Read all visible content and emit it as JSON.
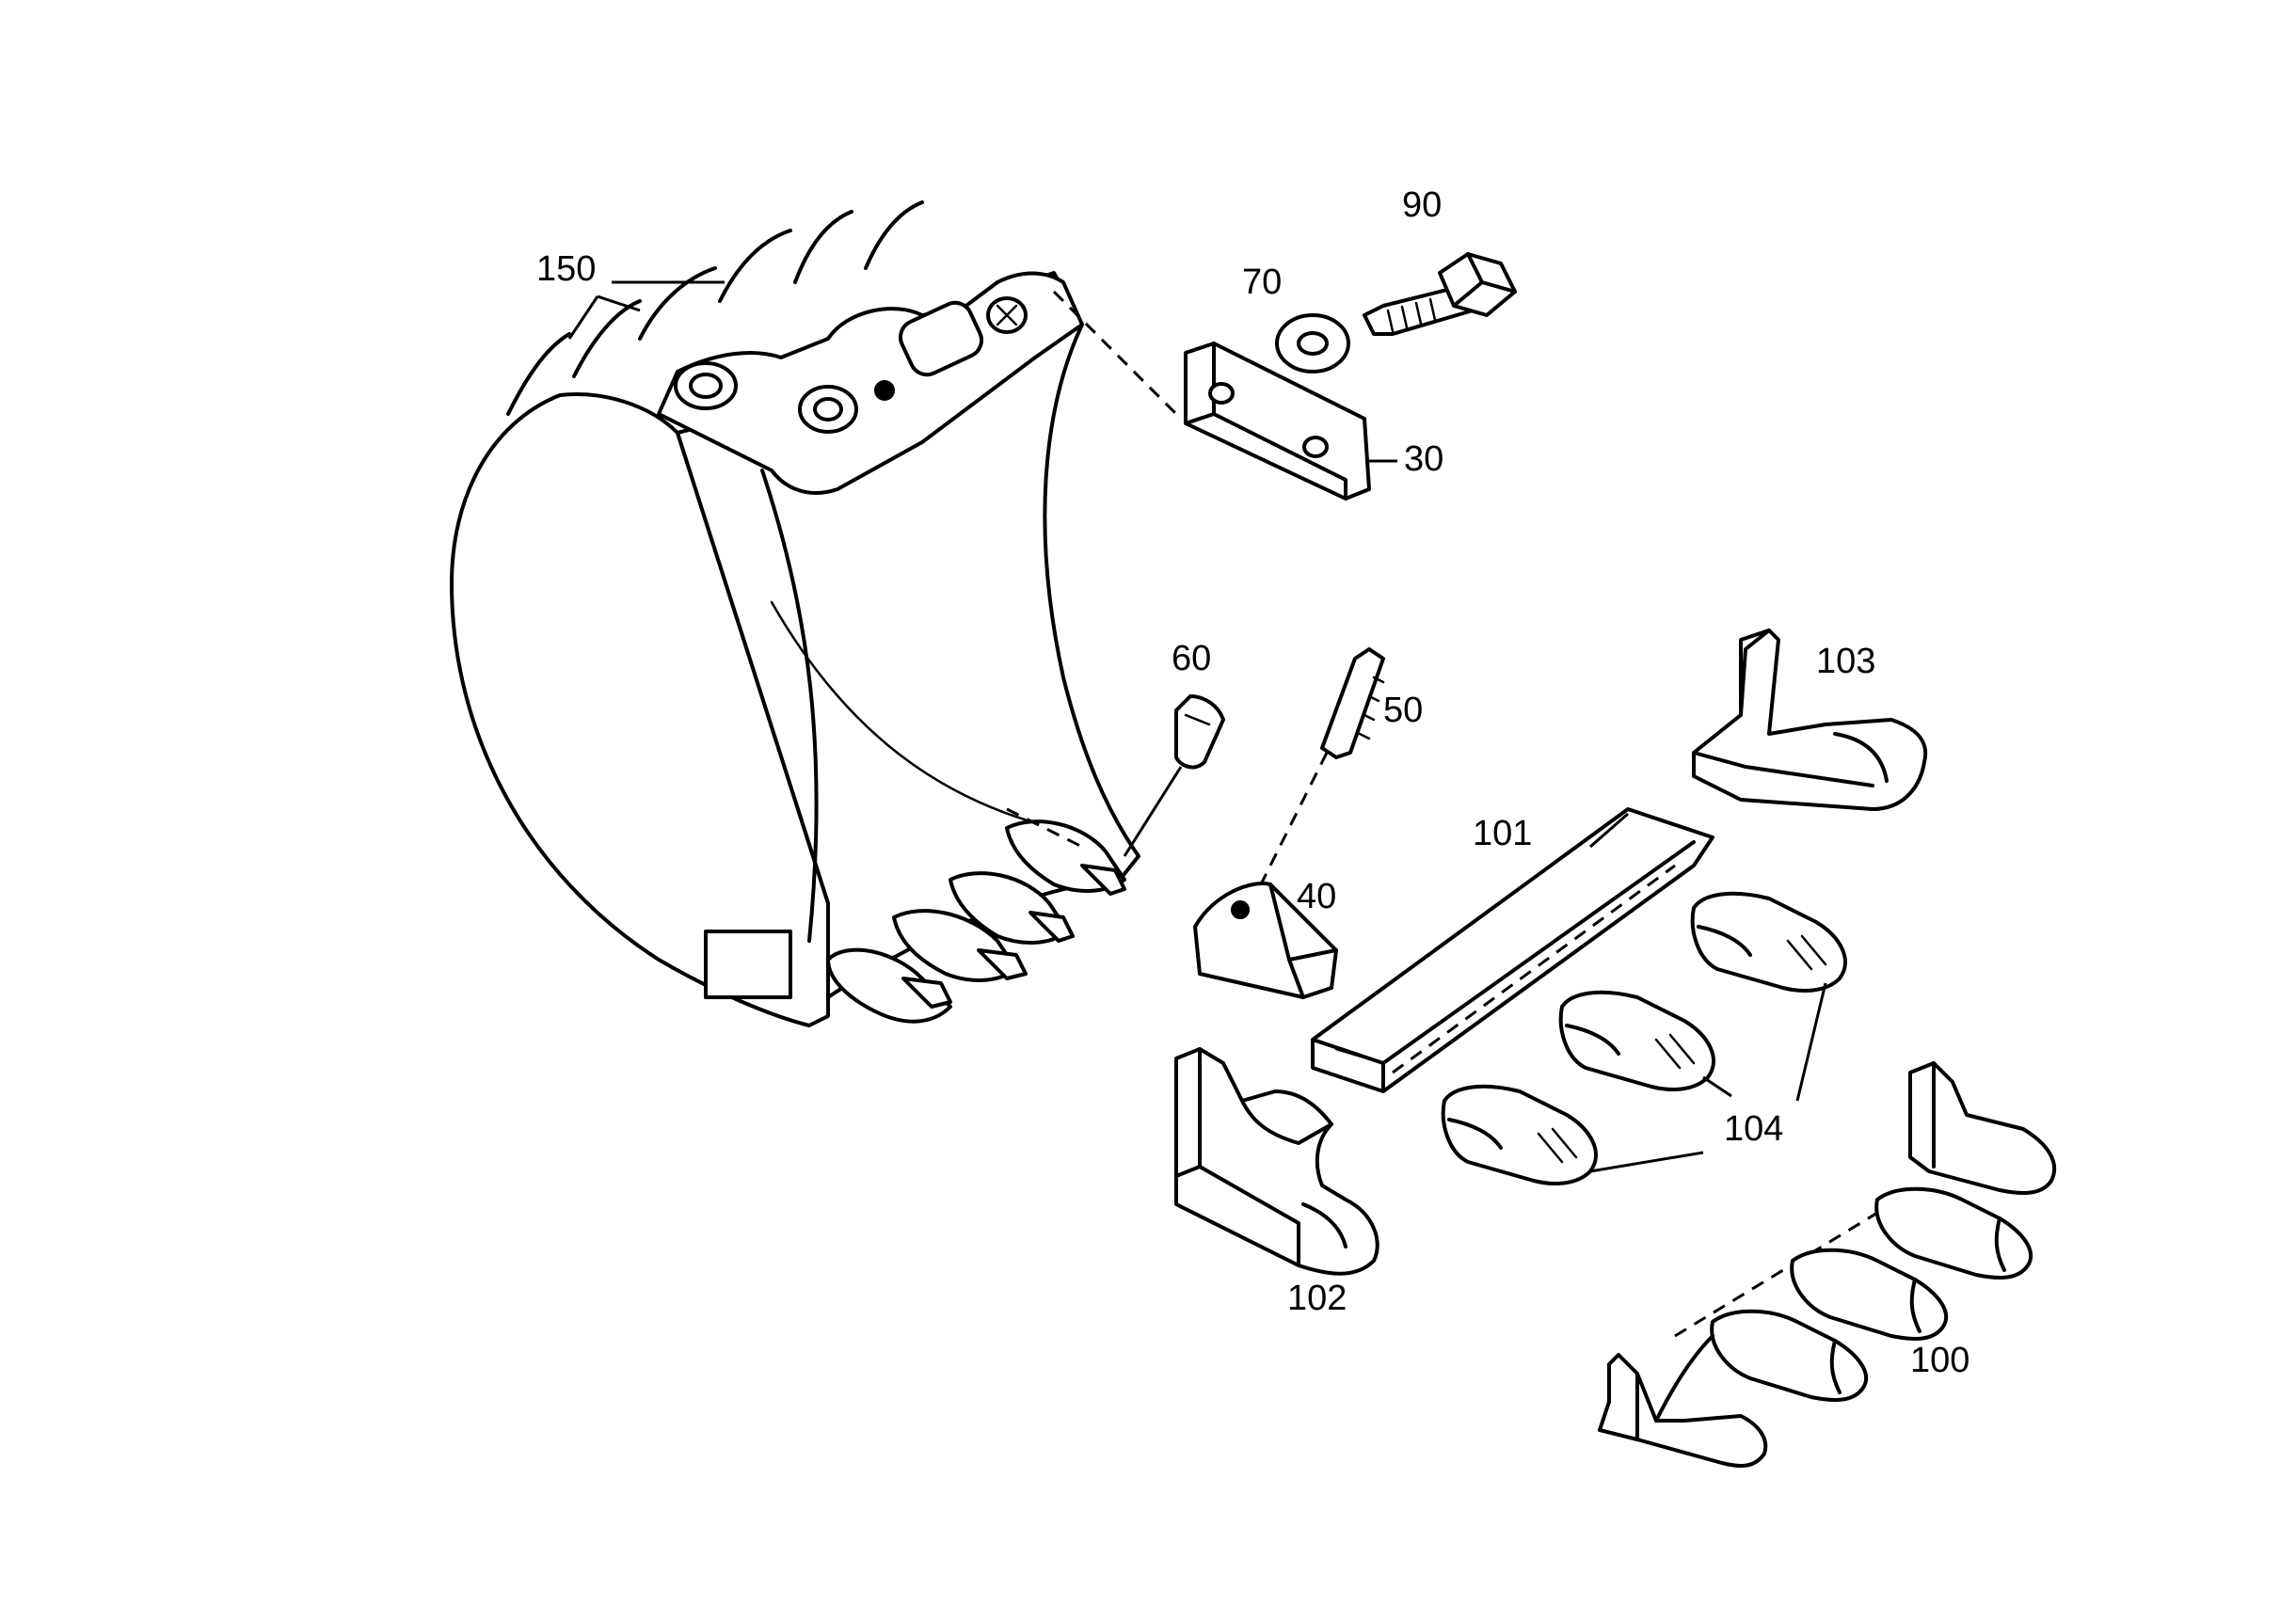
{
  "colors": {
    "ink": "#000000",
    "paper": "#ffffff"
  },
  "labels": {
    "bucket": "150",
    "bolt": "90",
    "washer": "70",
    "plate": "30",
    "lock_pin": "60",
    "pin": "50",
    "adapter": "40",
    "cutting_edge": "101",
    "left_corner_tooth": "102",
    "right_corner_tooth": "103",
    "tooth_adapter": "104",
    "tooth_set": "100"
  }
}
